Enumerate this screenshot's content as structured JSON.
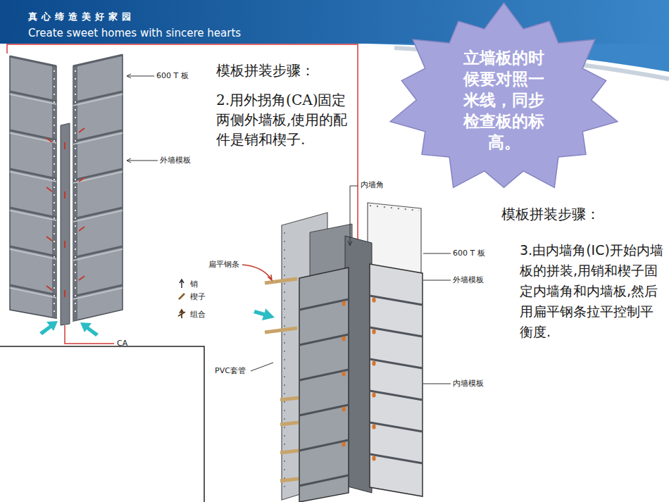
{
  "diagram": {
    "nodes": [
      {
        "text": [
          "立墙板的时候要对照一米线，同步检查板的标高。"
        ]
      }
    ],
    "labels": [
      "真心缔造美好家园",
      "Create sweet homes with sincere hearts",
      "模板拼装步骤：",
      "2.用外拐角(CA)固定两侧外墙板,使用的配件是销和楔子.",
      "600 T 板",
      "外墙模板",
      "CA",
      "内墙角",
      "600 T 板",
      "外墙模板",
      "扁平钢条",
      "模板拼装步骤：",
      "3.由内墙角(IC)开始内墙板的拼装,用销和楔子固定内墙角和内墙板,然后用扁平钢条拉平控制平衡度.",
      "PVC套管",
      "内墙模板"
    ],
    "legend": [
      {
        "text": "销"
      },
      {
        "text": "楔子"
      },
      {
        "text": "组合"
      }
    ]
  }
}
